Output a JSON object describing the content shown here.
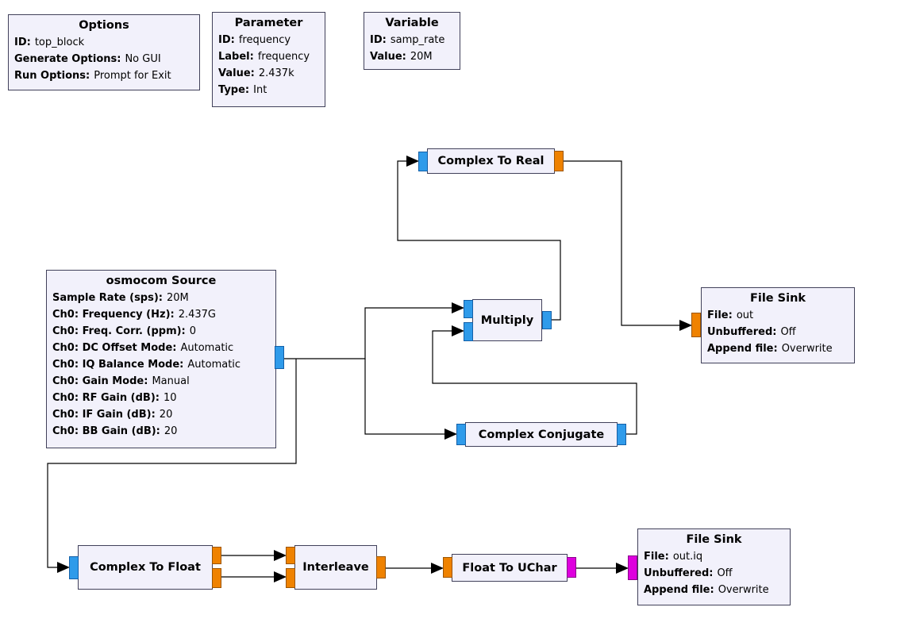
{
  "app": "GNU Radio Companion flowgraph canvas",
  "colors": {
    "canvas_bg": "#ffffff",
    "block_fill": "#F2F1FB",
    "block_border": "#41415A",
    "wire": "#000000",
    "ports": {
      "complex": {
        "fill": "#2F9BEA",
        "border": "#1460A8"
      },
      "float": {
        "fill": "#EF8200",
        "border": "#9C5500"
      },
      "byte": {
        "fill": "#DE00DE",
        "border": "#8A008A"
      }
    }
  },
  "blocks": {
    "options": {
      "title": "Options",
      "lines": [
        {
          "key": "ID:",
          "value": "top_block"
        },
        {
          "key": "Generate Options:",
          "value": "No GUI"
        },
        {
          "key": "Run Options:",
          "value": "Prompt for Exit"
        }
      ]
    },
    "parameter": {
      "title": "Parameter",
      "lines": [
        {
          "key": "ID:",
          "value": "frequency"
        },
        {
          "key": "Label:",
          "value": "frequency"
        },
        {
          "key": "Value:",
          "value": "2.437k"
        },
        {
          "key": "Type:",
          "value": "Int"
        }
      ]
    },
    "variable": {
      "title": "Variable",
      "lines": [
        {
          "key": "ID:",
          "value": "samp_rate"
        },
        {
          "key": "Value:",
          "value": "20M"
        }
      ]
    },
    "osmocom_source": {
      "title": "osmocom Source",
      "lines": [
        {
          "key": "Sample Rate (sps):",
          "value": "20M"
        },
        {
          "key": "Ch0: Frequency (Hz):",
          "value": "2.437G"
        },
        {
          "key": "Ch0: Freq. Corr. (ppm):",
          "value": "0"
        },
        {
          "key": "Ch0: DC Offset Mode:",
          "value": "Automatic"
        },
        {
          "key": "Ch0: IQ Balance Mode:",
          "value": "Automatic"
        },
        {
          "key": "Ch0: Gain Mode:",
          "value": "Manual"
        },
        {
          "key": "Ch0: RF Gain (dB):",
          "value": "10"
        },
        {
          "key": "Ch0: IF Gain (dB):",
          "value": "20"
        },
        {
          "key": "Ch0: BB Gain (dB):",
          "value": "20"
        }
      ]
    },
    "complex_to_real": {
      "title": "Complex To Real"
    },
    "multiply": {
      "title": "Multiply"
    },
    "file_sink_top": {
      "title": "File Sink",
      "lines": [
        {
          "key": "File:",
          "value": "out"
        },
        {
          "key": "Unbuffered:",
          "value": "Off"
        },
        {
          "key": "Append file:",
          "value": "Overwrite"
        }
      ]
    },
    "complex_conjugate": {
      "title": "Complex Conjugate"
    },
    "complex_to_float": {
      "title": "Complex To Float"
    },
    "interleave": {
      "title": "Interleave"
    },
    "float_to_uchar": {
      "title": "Float To UChar"
    },
    "file_sink_bottom": {
      "title": "File Sink",
      "lines": [
        {
          "key": "File:",
          "value": "out.iq"
        },
        {
          "key": "Unbuffered:",
          "value": "Off"
        },
        {
          "key": "Append file:",
          "value": "Overwrite"
        }
      ]
    }
  },
  "connections": [
    {
      "from": "osmocom_source.out0",
      "to": "multiply.in0"
    },
    {
      "from": "osmocom_source.out0",
      "to": "complex_conjugate.in0"
    },
    {
      "from": "osmocom_source.out0",
      "to": "complex_to_float.in0"
    },
    {
      "from": "complex_conjugate.out0",
      "to": "multiply.in1"
    },
    {
      "from": "multiply.out0",
      "to": "complex_to_real.in0"
    },
    {
      "from": "complex_to_real.out0",
      "to": "file_sink_top.in0"
    },
    {
      "from": "complex_to_float.out0",
      "to": "interleave.in0"
    },
    {
      "from": "complex_to_float.out1",
      "to": "interleave.in1"
    },
    {
      "from": "interleave.out0",
      "to": "float_to_uchar.in0"
    },
    {
      "from": "float_to_uchar.out0",
      "to": "file_sink_bottom.in0"
    }
  ]
}
